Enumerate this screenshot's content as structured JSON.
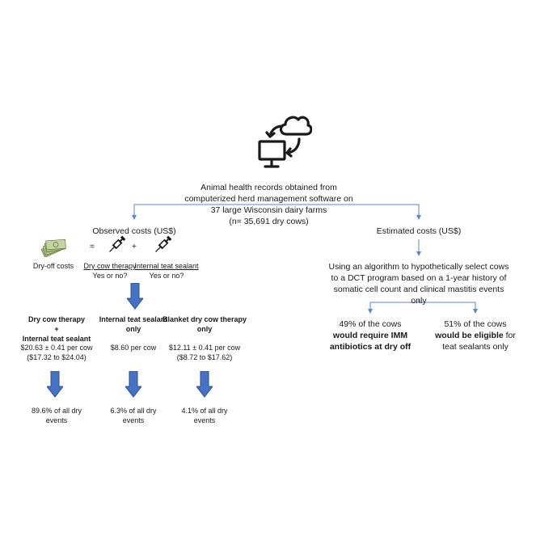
{
  "source": {
    "lines": [
      "Animal health records obtained from",
      "computerized herd management software on",
      "37 large Wisconsin dairy farms",
      "(n= 35,691 dry cows)"
    ]
  },
  "observed": {
    "title": "Observed costs (US$)",
    "dryoff_label": "Dry-off costs",
    "equals": "=",
    "plus": "+",
    "dct_label": "Dry cow therapy",
    "dct_q": "Yes or no?",
    "its_label": "Internal teat sealant",
    "its_q": "Yes or no?",
    "groups": [
      {
        "title_lines": [
          "Dry cow therapy",
          "+",
          "Internal teat sealant"
        ],
        "cost": "$20.63 ± 0.41 per cow",
        "range": "($17.32 to $24.04)",
        "pct_line1": "89.6% of all dry",
        "pct_line2": "events"
      },
      {
        "title_lines": [
          "Internal teat sealant",
          "only"
        ],
        "cost": "$8.60 per cow",
        "range": "",
        "pct_line1": "6.3% of all dry",
        "pct_line2": "events"
      },
      {
        "title_lines": [
          "Blanket dry cow therapy",
          "only"
        ],
        "cost": "$12.11 ± 0.41 per cow",
        "range": "($8.72 to $17.62)",
        "pct_line1": "4.1% of all dry",
        "pct_line2": "events"
      }
    ]
  },
  "estimated": {
    "title": "Estimated costs (US$)",
    "algo_lines": [
      "Using an algorithm to hypothetically select cows",
      "to a DCT program based on a 1-year history of",
      "somatic cell count and clinical mastitis events",
      "only"
    ],
    "left": {
      "line1": "49% of the cows",
      "line2_bold": "would require IMM",
      "line3_bold": "antibiotics at dry off"
    },
    "right": {
      "line1": "51% of the cows",
      "line2_pre": "",
      "line2_bold": "would be eligible",
      "line2_post": " for",
      "line3": "teat sealants only"
    }
  },
  "colors": {
    "arrow_blue": "#4472c4",
    "arrow_blue_dark": "#2f528f",
    "line_blue": "#5b86c9",
    "text": "#1a1a1a"
  },
  "icons": [
    "computer-cloud-icon",
    "money-icon",
    "syringe-icon",
    "down-arrow-icon"
  ]
}
